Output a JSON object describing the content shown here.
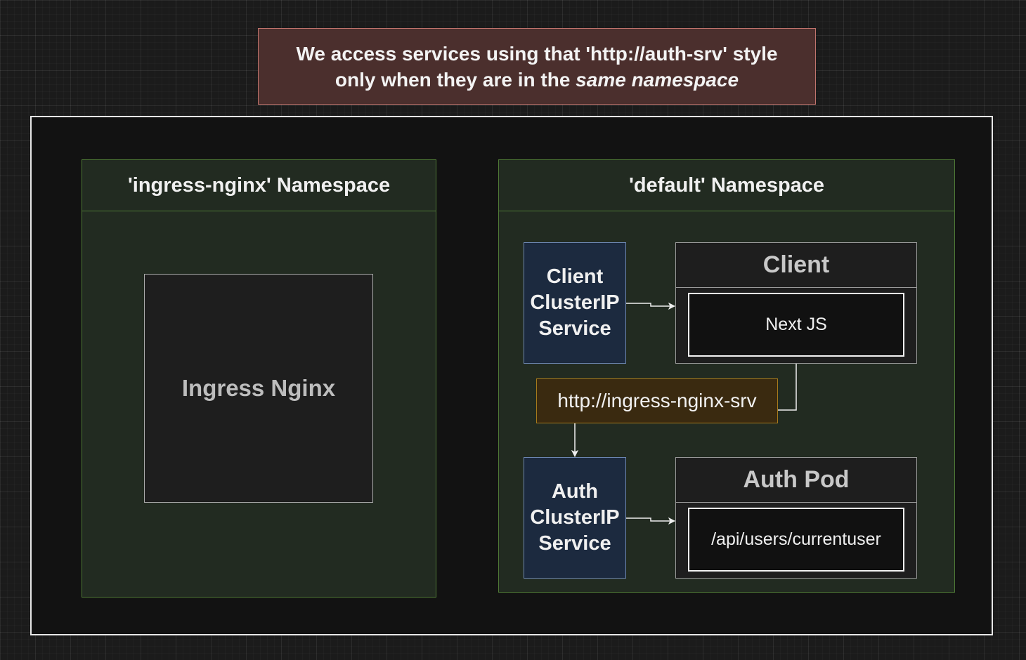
{
  "note": {
    "line1": "We access services using that 'http://auth-srv' style",
    "line2_prefix": "only when they are in the ",
    "line2_emphasis": "same namespace"
  },
  "namespaces": {
    "left": {
      "title": "'ingress-nginx' Namespace"
    },
    "right": {
      "title": "'default' Namespace"
    }
  },
  "ingress": {
    "label": "Ingress Nginx"
  },
  "services": {
    "client": {
      "lines": [
        "Client",
        "ClusterIP",
        "Service"
      ]
    },
    "auth": {
      "lines": [
        "Auth",
        "ClusterIP",
        "Service"
      ]
    }
  },
  "pods": {
    "client": {
      "title": "Client",
      "content": "Next JS"
    },
    "auth": {
      "title": "Auth Pod",
      "content": "/api/users/currentuser"
    }
  },
  "url_label": "http://ingress-nginx-srv",
  "colors": {
    "note_fill": "#4b2f2d",
    "note_border": "#c0746d",
    "namespace_fill": "#222b21",
    "namespace_border": "#4f7a36",
    "service_fill": "#1c2a3f",
    "service_border": "#6d87b2",
    "url_fill": "#3a2a10",
    "url_border": "#a67a1c"
  }
}
